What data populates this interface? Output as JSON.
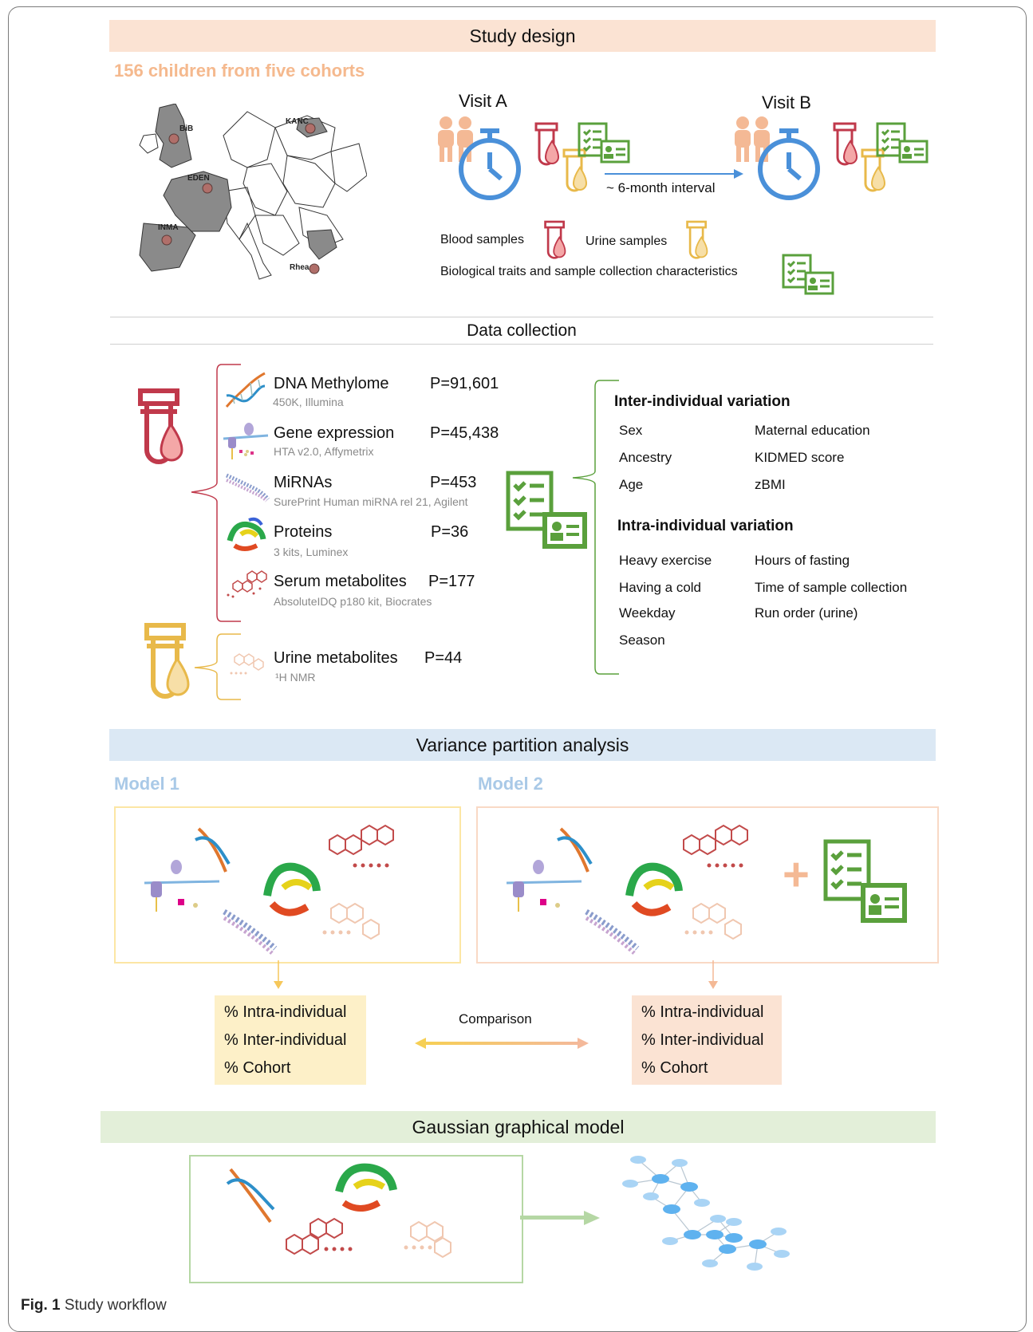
{
  "study_design": {
    "banner": "Study design",
    "cohort_title": "156 children from five cohorts",
    "cohorts": [
      "BiB",
      "KANC",
      "EDEN",
      "INMA",
      "Rhea"
    ],
    "visit_a": "Visit A",
    "visit_b": "Visit B",
    "interval": "~ 6-month interval",
    "legend_blood": "Blood samples",
    "legend_urine": "Urine samples",
    "legend_traits": "Biological traits and sample collection characteristics"
  },
  "data_collection": {
    "banner": "Data collection",
    "omics": [
      {
        "name": "DNA Methylome",
        "p": "P=91,601",
        "sub": "450K, Illumina"
      },
      {
        "name": "Gene expression",
        "p": "P=45,438",
        "sub": "HTA v2.0, Affymetrix"
      },
      {
        "name": "MiRNAs",
        "p": "P=453",
        "sub": "SurePrint Human miRNA rel 21, Agilent"
      },
      {
        "name": "Proteins",
        "p": "P=36",
        "sub": "3 kits, Luminex"
      },
      {
        "name": "Serum metabolites",
        "p": "P=177",
        "sub": "AbsoluteIDQ p180 kit, Biocrates"
      },
      {
        "name": "Urine metabolites",
        "p": "P=44",
        "sub": "¹H NMR"
      }
    ],
    "inter_title": "Inter-individual variation",
    "inter_items": [
      "Sex",
      "Maternal education",
      "Ancestry",
      "KIDMED score",
      "Age",
      "zBMI"
    ],
    "intra_title": "Intra-individual variation",
    "intra_items": [
      "Heavy exercise",
      "Hours of fasting",
      "Having a cold",
      "Time of sample collection",
      "Weekday",
      "Run order (urine)",
      "Season"
    ]
  },
  "variance": {
    "banner": "Variance partition analysis",
    "model1": "Model 1",
    "model2": "Model 2",
    "plus": "+",
    "pct1": [
      "% Intra-individual",
      "% Inter-individual",
      "% Cohort"
    ],
    "pct2": [
      "% Intra-individual",
      "% Inter-individual",
      "% Cohort"
    ],
    "comparison": "Comparison"
  },
  "ggm": {
    "banner": "Gaussian graphical model"
  },
  "caption": {
    "label": "Fig. 1",
    "text": "Study workflow"
  },
  "colors": {
    "blood": "#c0394b",
    "urine": "#e8b94a",
    "traits": "#5aa03c",
    "people": "#f4b995",
    "clock": "#4a90d9",
    "banner_orange": "#fbe3d3",
    "banner_blue": "#dbe8f4",
    "banner_green": "#e3efd9"
  }
}
